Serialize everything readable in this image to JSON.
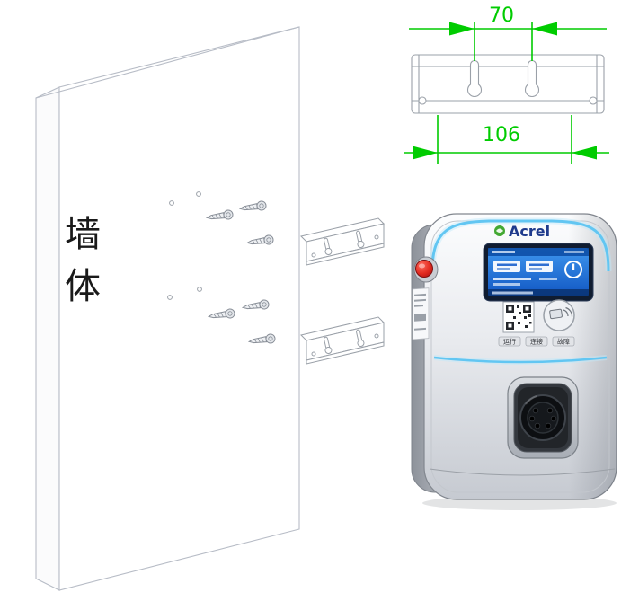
{
  "scene": {
    "wall_label": "墙体",
    "bracket_drawing": {
      "dim_hole_spacing": "70",
      "dim_overall": "106"
    },
    "charger": {
      "brand": "Acrel",
      "indicator_labels": [
        "运行",
        "连接",
        "故障"
      ]
    },
    "colors": {
      "dimension_green": "#00cc00",
      "screen_blue": "#1f68cf",
      "accent_blue": "#62c6f2",
      "emergency_red": "#d2231f",
      "brand_blue": "#1e3a8c",
      "brand_green": "#43a832"
    }
  }
}
